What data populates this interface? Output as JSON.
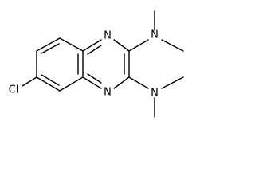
{
  "diagram": {
    "type": "chemical-structure",
    "colors": {
      "background": "#ffffff",
      "bond": "#000000",
      "label": "#000000"
    },
    "atoms": [
      {
        "id": "cl",
        "label": "Cl"
      },
      {
        "id": "n1",
        "label": "N"
      },
      {
        "id": "n4",
        "label": "N"
      },
      {
        "id": "n_amine_top",
        "label": "N"
      },
      {
        "id": "n_amine_bottom",
        "label": "N"
      }
    ]
  }
}
